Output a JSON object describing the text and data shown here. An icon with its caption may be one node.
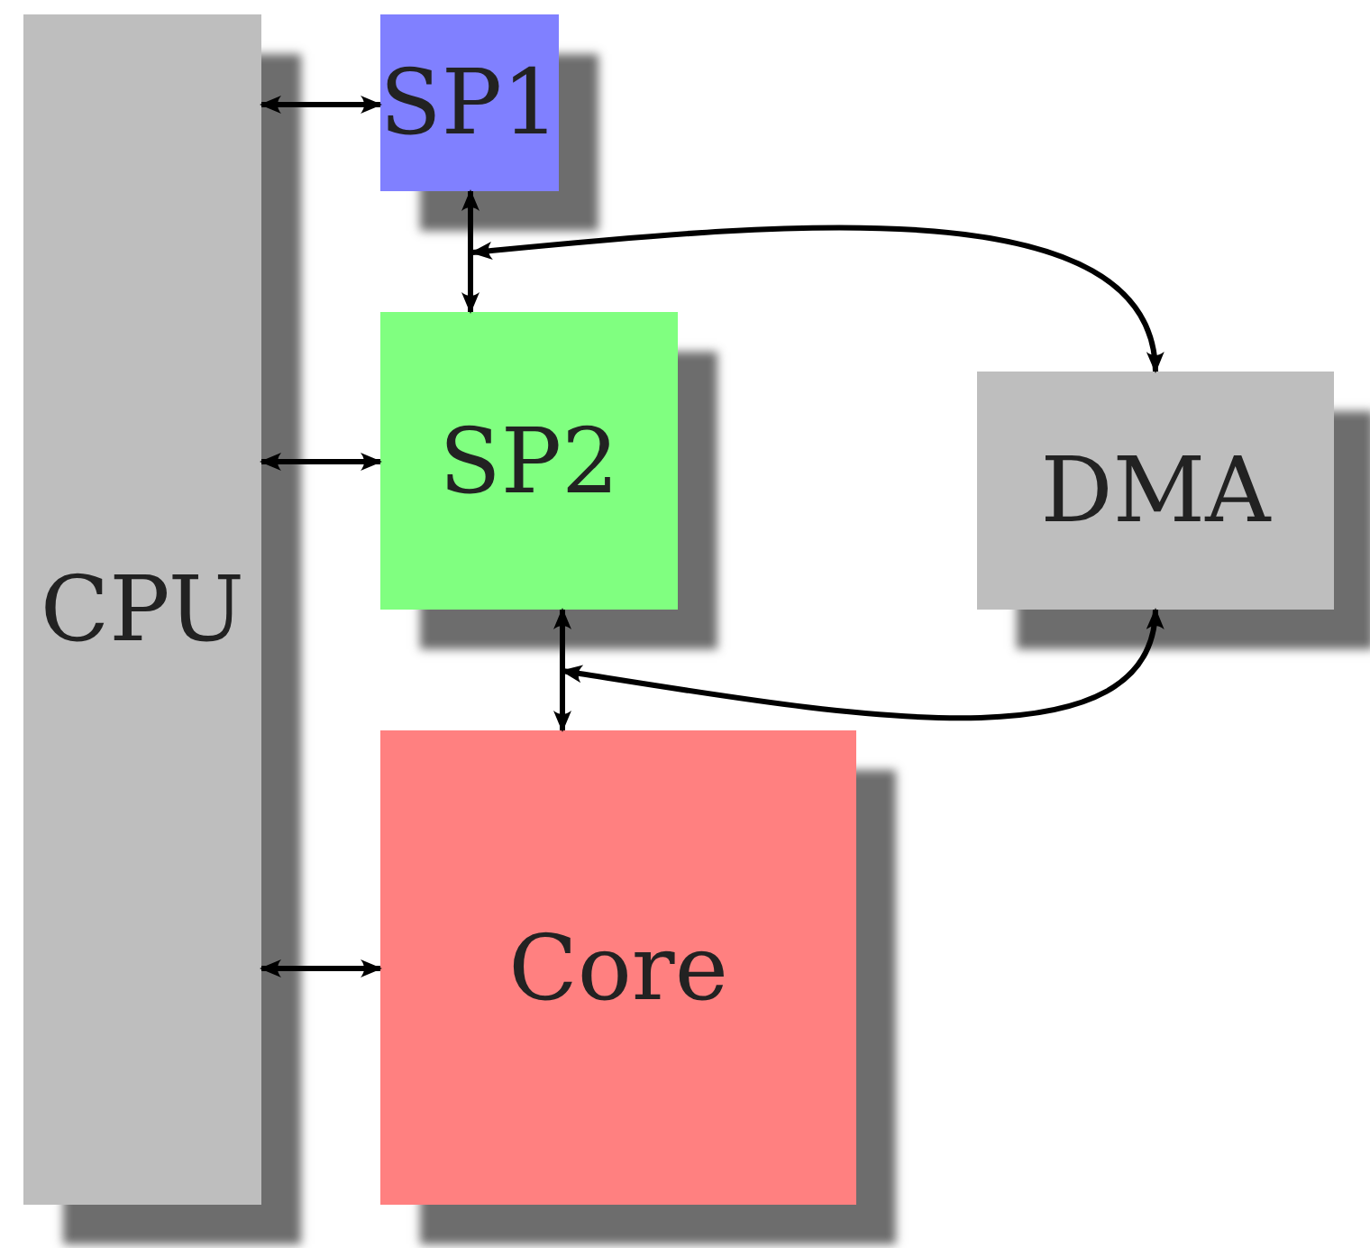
{
  "diagram": {
    "nodes": [
      {
        "text": [
          "CPU"
        ]
      },
      {
        "text": [
          "SP1"
        ]
      },
      {
        "text": [
          "SP2"
        ]
      },
      {
        "text": [
          "DMA"
        ]
      },
      {
        "text": [
          "Core"
        ]
      }
    ],
    "edges": [
      {
        "from": 0,
        "to": 1,
        "arrow": "both"
      },
      {
        "from": 0,
        "to": 2,
        "arrow": "both"
      },
      {
        "from": 0,
        "to": 4,
        "arrow": "both"
      },
      {
        "from": 1,
        "to": 2,
        "arrow": "both"
      },
      {
        "from": null,
        "to": 3,
        "arrow": "both"
      },
      {
        "from": 2,
        "to": 4,
        "arrow": "both"
      },
      {
        "from": null,
        "to": 3,
        "arrow": "both"
      }
    ]
  }
}
